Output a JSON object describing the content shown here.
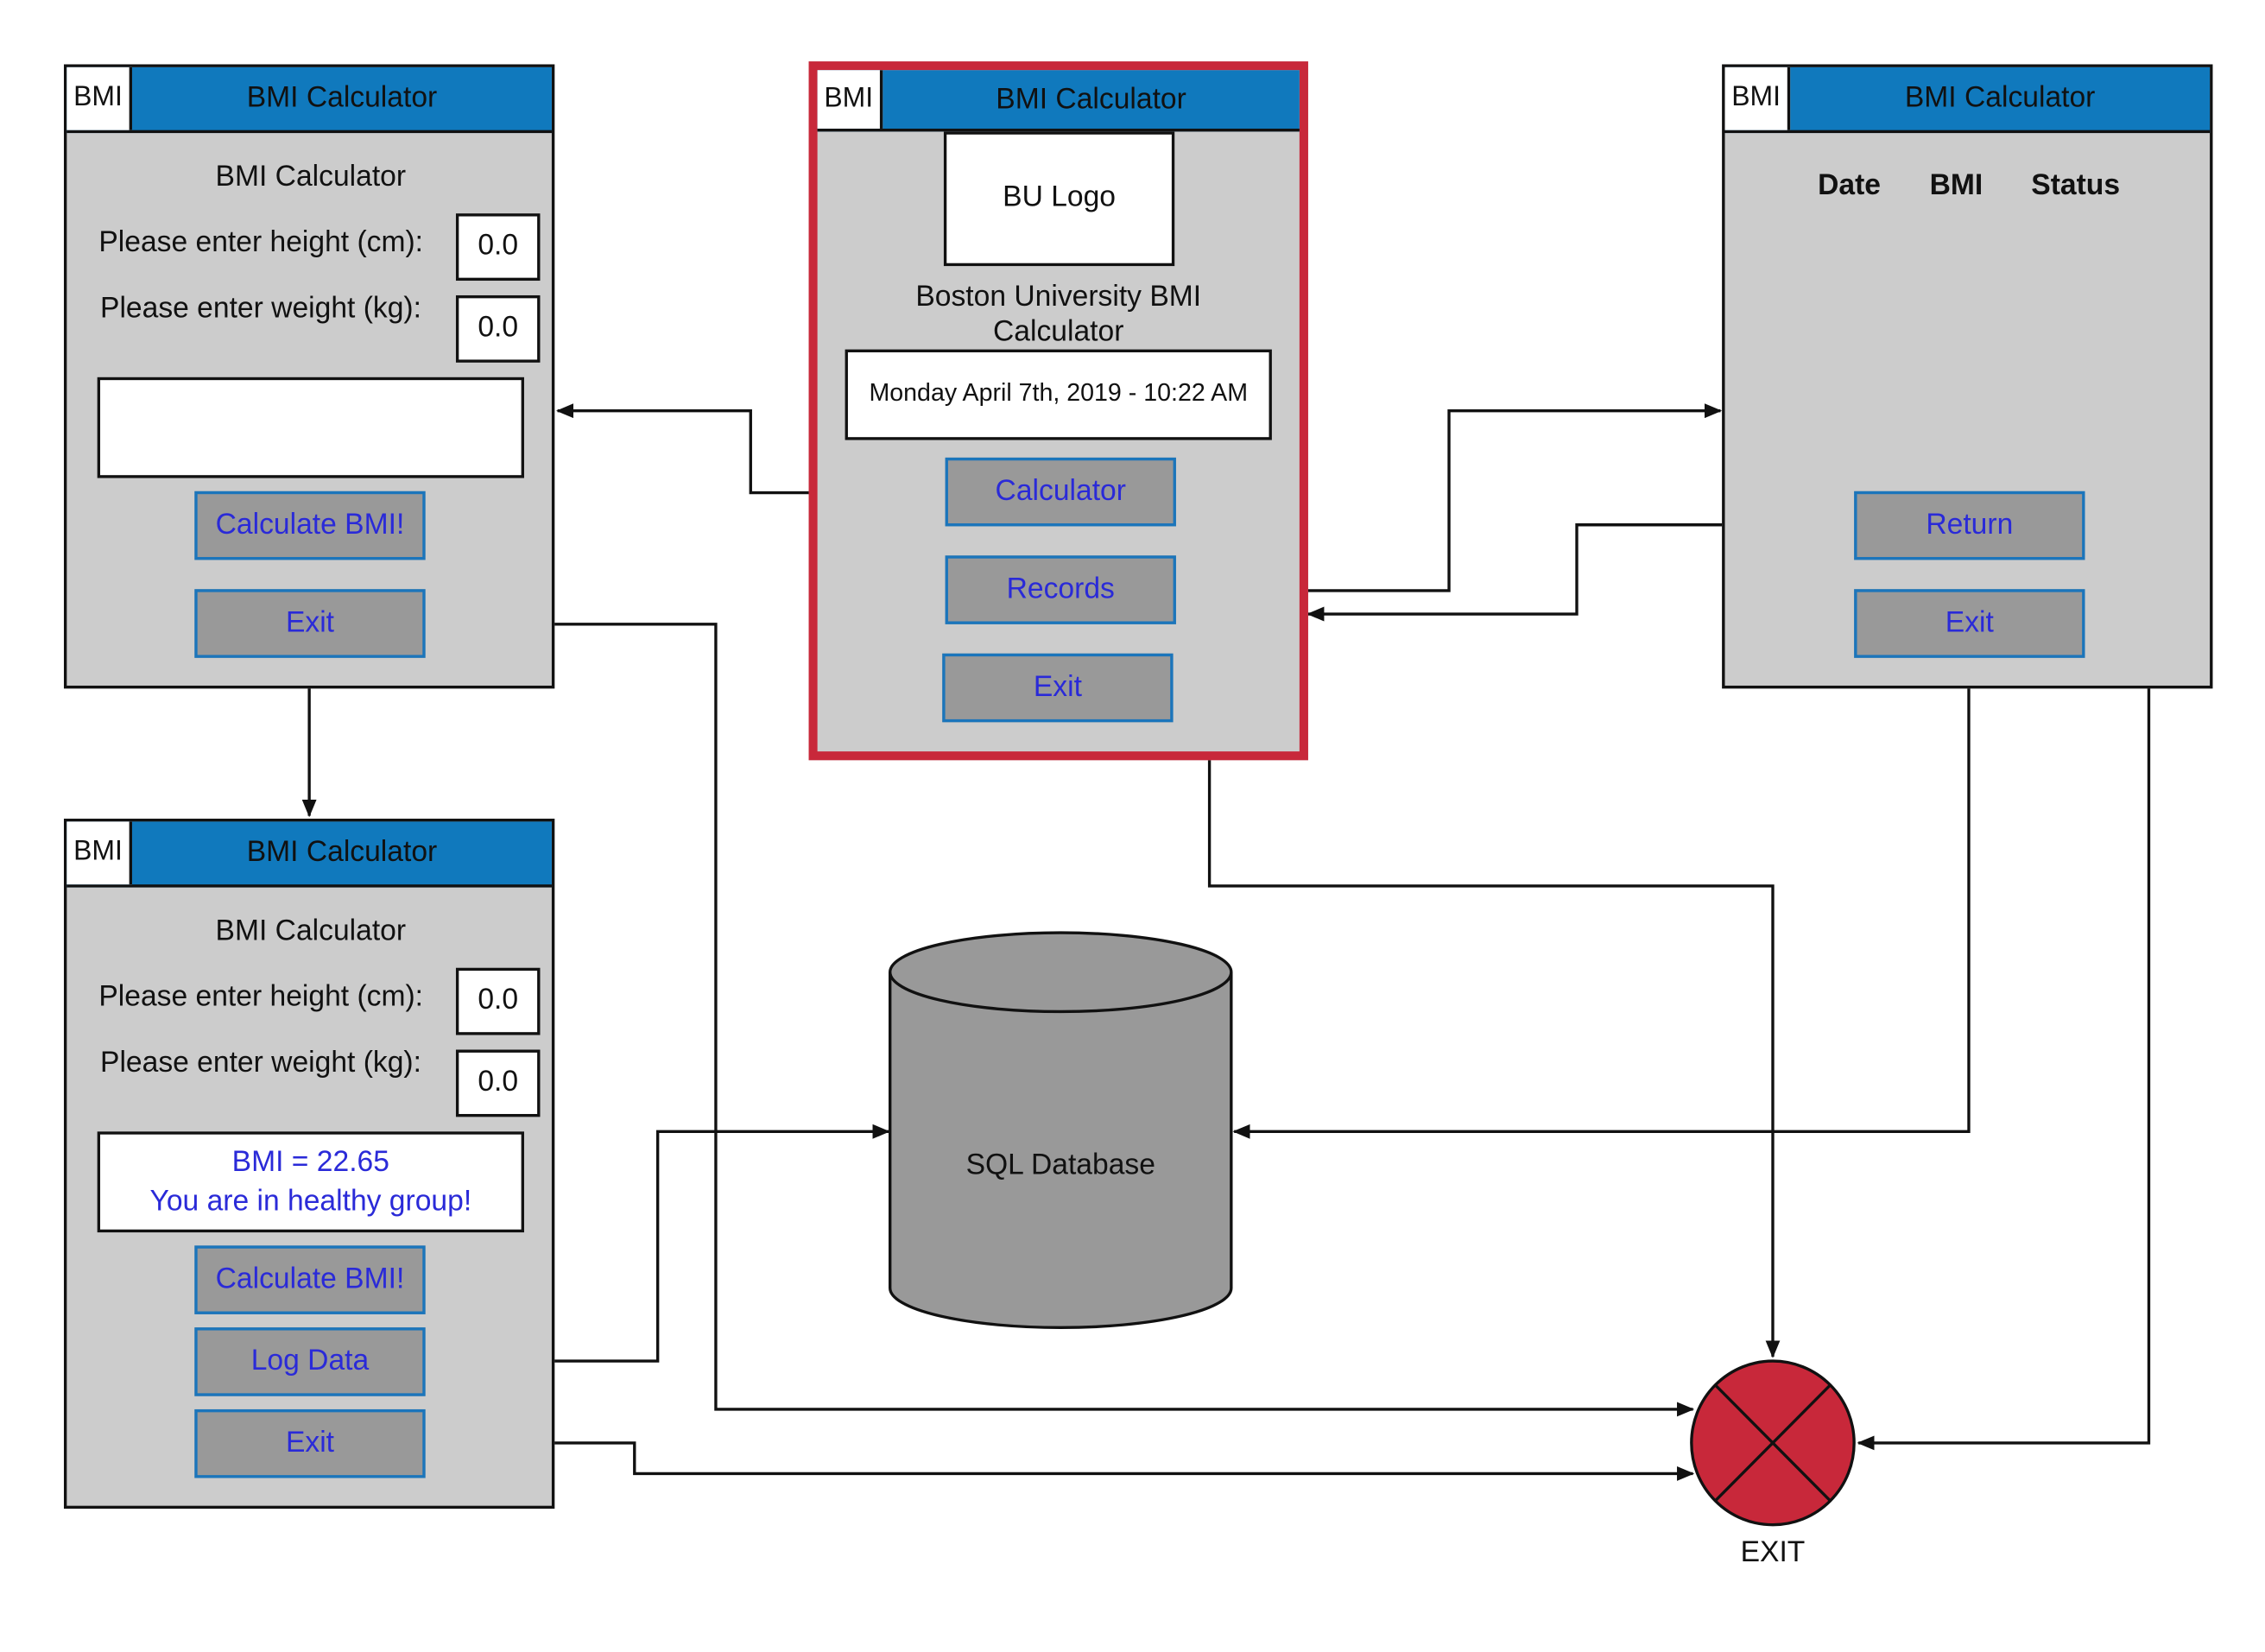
{
  "colors": {
    "title_bar": "#1079bd",
    "window_bg": "#cccccc",
    "button_bg": "#999999",
    "button_border": "#1b75bb",
    "button_text": "#2a2ad8",
    "main_highlight": "#c8283a",
    "exit_node": "#c8283a",
    "database": "#999999"
  },
  "windows": {
    "calc_empty": {
      "icon_text": "BMI",
      "title": "BMI Calculator",
      "heading": "BMI Calculator",
      "height_label": "Please enter height (cm):",
      "height_value": "0.0",
      "weight_label": "Please enter weight (kg):",
      "weight_value": "0.0",
      "calculate_label": "Calculate BMI!",
      "exit_label": "Exit"
    },
    "main": {
      "icon_text": "BMI",
      "title": "BMI Calculator",
      "logo_text": "BU Logo",
      "heading_line1": "Boston University BMI",
      "heading_line2": "Calculator",
      "datetime": "Monday April 7th, 2019 - 10:22 AM",
      "calculator_label": "Calculator",
      "records_label": "Records",
      "exit_label": "Exit"
    },
    "records": {
      "icon_text": "BMI",
      "title": "BMI Calculator",
      "columns": [
        "Date",
        "BMI",
        "Status"
      ],
      "return_label": "Return",
      "exit_label": "Exit"
    },
    "calc_result": {
      "icon_text": "BMI",
      "title": "BMI Calculator",
      "heading": "BMI Calculator",
      "height_label": "Please enter height (cm):",
      "height_value": "0.0",
      "weight_label": "Please enter weight (kg):",
      "weight_value": "0.0",
      "result_line1": "BMI = 22.65",
      "result_line2": "You are in healthy group!",
      "calculate_label": "Calculate BMI!",
      "log_label": "Log Data",
      "exit_label": "Exit"
    }
  },
  "database_label": "SQL Database",
  "exit_node_label": "EXIT"
}
